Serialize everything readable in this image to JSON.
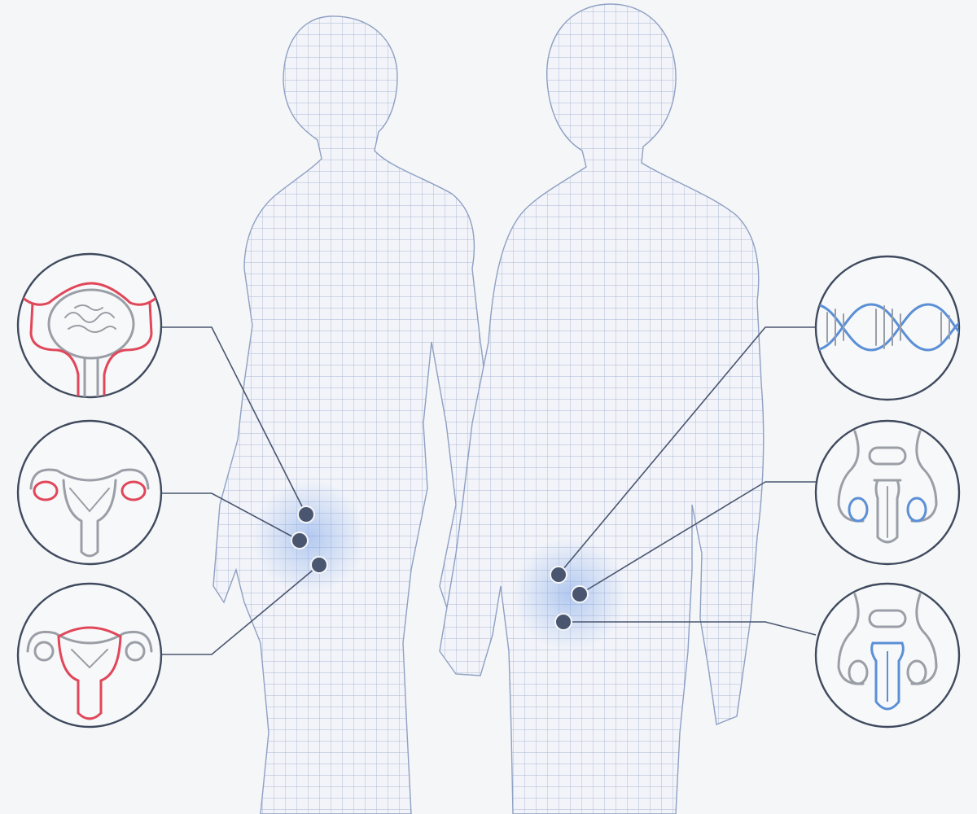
{
  "colors": {
    "background": "#f5f6f7",
    "mesh": "#8ea0c4",
    "connector": "#4a5670",
    "hotspot": "#4a5670",
    "glow": "#7fa6e8",
    "organ_neutral": "#9a9ea6",
    "female_highlight": "#e0475a",
    "male_highlight": "#5b8fd6"
  },
  "figures": [
    {
      "name": "female-figure",
      "style": "wireframe-mesh"
    },
    {
      "name": "male-figure",
      "style": "wireframe-mesh"
    }
  ],
  "callouts": {
    "left": [
      {
        "icon": "bladder-icon",
        "highlight": "bladder-wall"
      },
      {
        "icon": "ovaries-icon",
        "highlight": "ovaries"
      },
      {
        "icon": "uterus-icon",
        "highlight": "uterus"
      }
    ],
    "right": [
      {
        "icon": "dna-helix-icon",
        "highlight": "dna"
      },
      {
        "icon": "testes-icon",
        "highlight": "testes"
      },
      {
        "icon": "penis-icon",
        "highlight": "penis"
      }
    ]
  }
}
